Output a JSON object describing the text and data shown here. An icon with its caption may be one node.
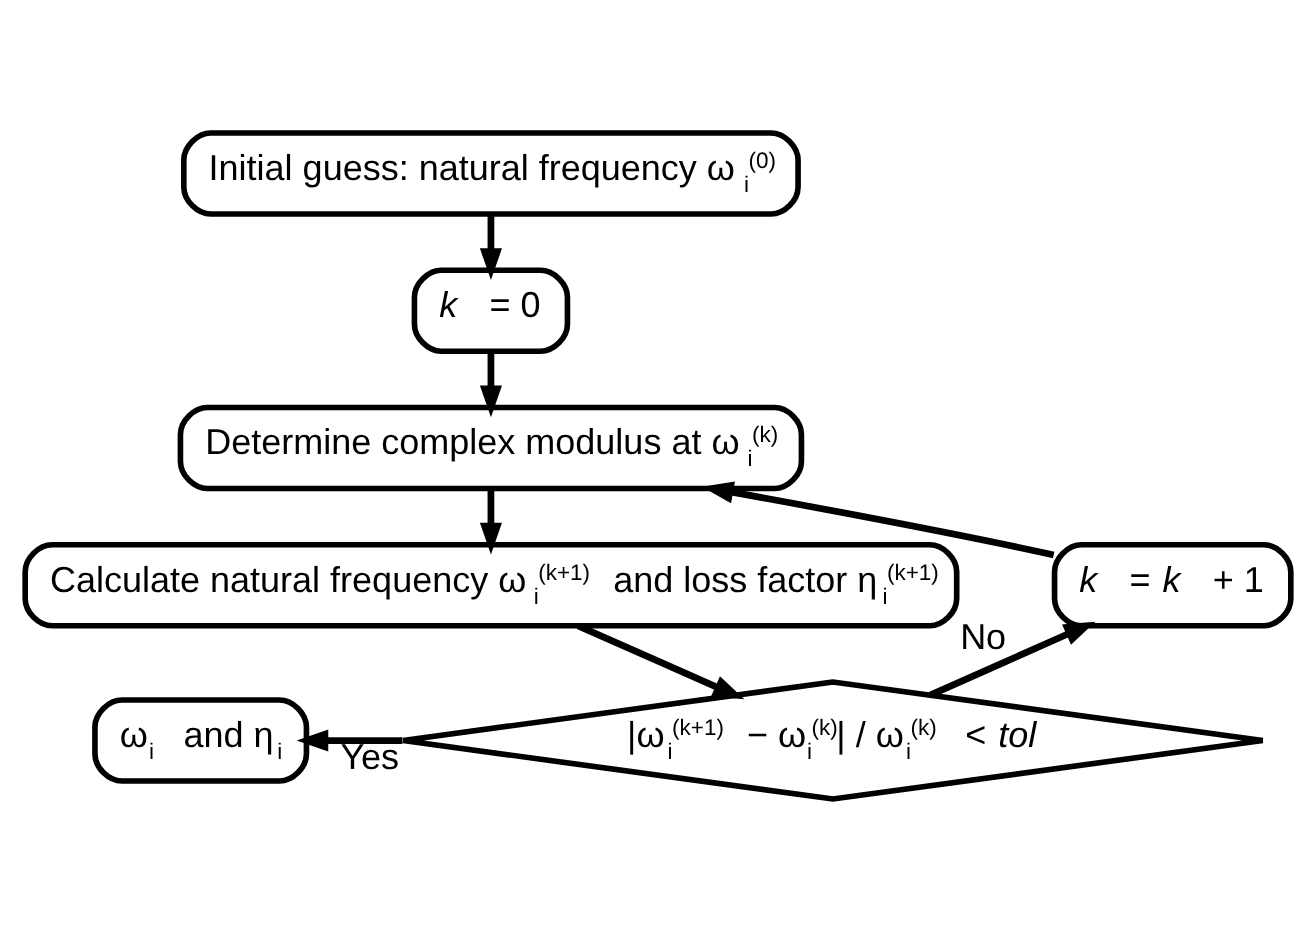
{
  "diagram": {
    "nodes": [
      {
        "text": [
          "Initial guess: natural frequency ω$_{i}$$^{(0)}$"
        ]
      },
      {
        "text": [
          "*k* = 0"
        ]
      },
      {
        "text": [
          "Determine complex modulus at ω$_{i}$$^{(k)}$"
        ]
      },
      {
        "text": [
          "Calculate natural frequency ω$_{i}$$^{(k+1)}$ and loss factor η$_{i}$$^{(k+1)}$"
        ]
      },
      {
        "text": [
          "|ω$_{i}$$^{(k+1)}$ − ω$_{i}$$^{(k)}$| / ω$_{i}$$^{(k)}$ < *tol*"
        ]
      },
      {
        "text": [
          "ω$_{i}$ and η$_{i}$"
        ]
      },
      {
        "text": [
          "*k* = *k* + 1"
        ]
      }
    ],
    "edges": [
      {
        "from": 0,
        "to": 1,
        "arrow": "to"
      },
      {
        "from": 1,
        "to": 2,
        "arrow": "to"
      },
      {
        "from": 2,
        "to": 3,
        "arrow": "to"
      },
      {
        "from": 3,
        "to": 4,
        "arrow": "to"
      },
      {
        "from": 4,
        "to": 5,
        "arrow": "to",
        "label": "Yes"
      },
      {
        "from": 4,
        "to": 6,
        "arrow": "to",
        "label": "No"
      },
      {
        "from": 6,
        "to": 2,
        "arrow": "to"
      }
    ]
  }
}
